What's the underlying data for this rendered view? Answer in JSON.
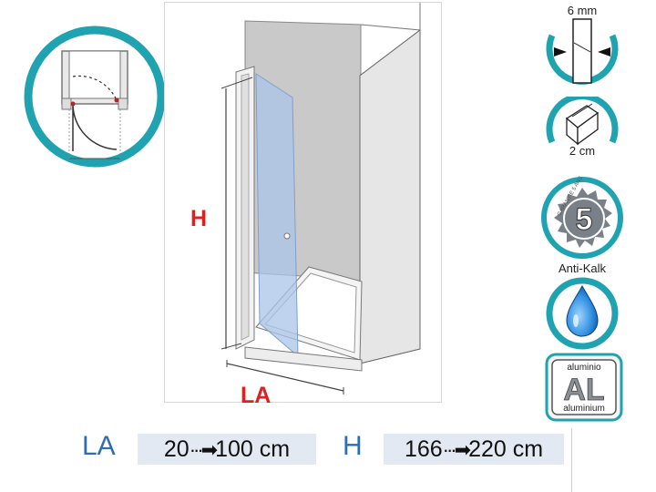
{
  "dimension_labels": {
    "height": "H",
    "width": "LA"
  },
  "specs": {
    "width_label": "LA",
    "width_from": "20",
    "width_to": "100 cm",
    "height_label": "H",
    "height_from": "166",
    "height_to": "220 cm"
  },
  "features": {
    "glass_thickness": "6 mm",
    "profile_size": "2 cm",
    "warranty_years": "5",
    "warranty_ring_text": "GARANTIE 5 ANS",
    "anti_limescale": "Anti-Kalk",
    "material_top": "aluminio",
    "material_symbol": "AL",
    "material_bottom": "aluminium"
  },
  "colors": {
    "accent_teal": "#20a3b0",
    "dimension_red": "#e02020",
    "spec_blue": "#2f6db3",
    "glass_blue": "#a9c4ea",
    "badge_gray": "#7a8088"
  }
}
